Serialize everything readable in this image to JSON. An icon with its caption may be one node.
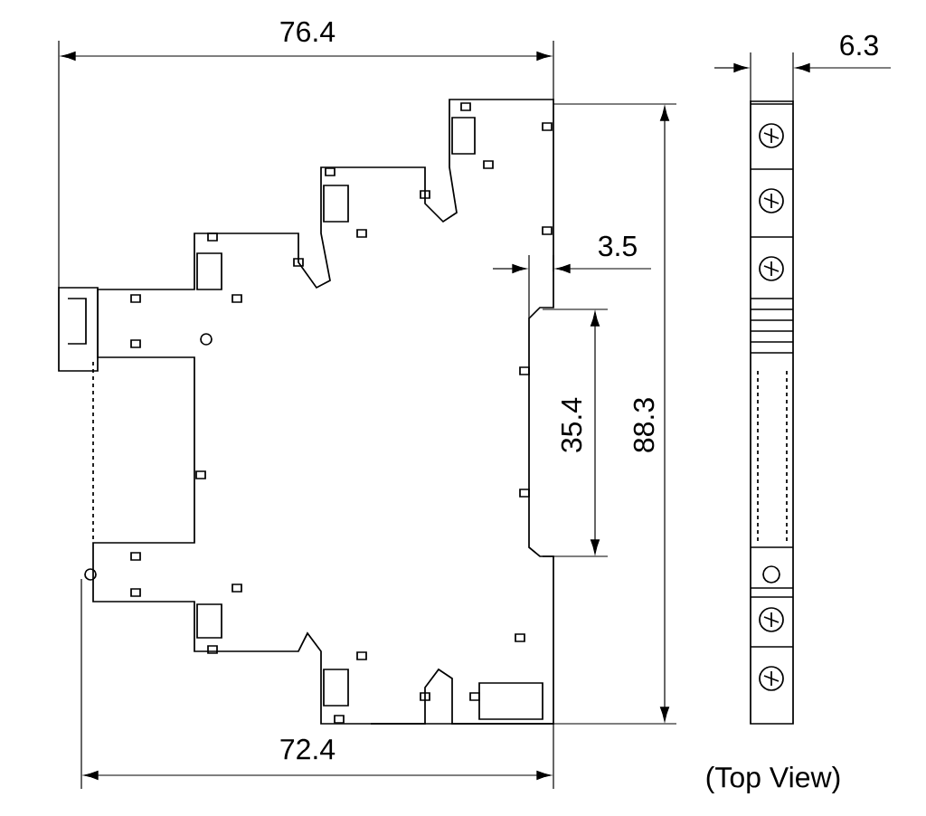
{
  "diagram": {
    "labels": [
      "76.4",
      "6.3",
      "3.5",
      "35.4",
      "88.3",
      "72.4",
      "(Top View)"
    ]
  }
}
